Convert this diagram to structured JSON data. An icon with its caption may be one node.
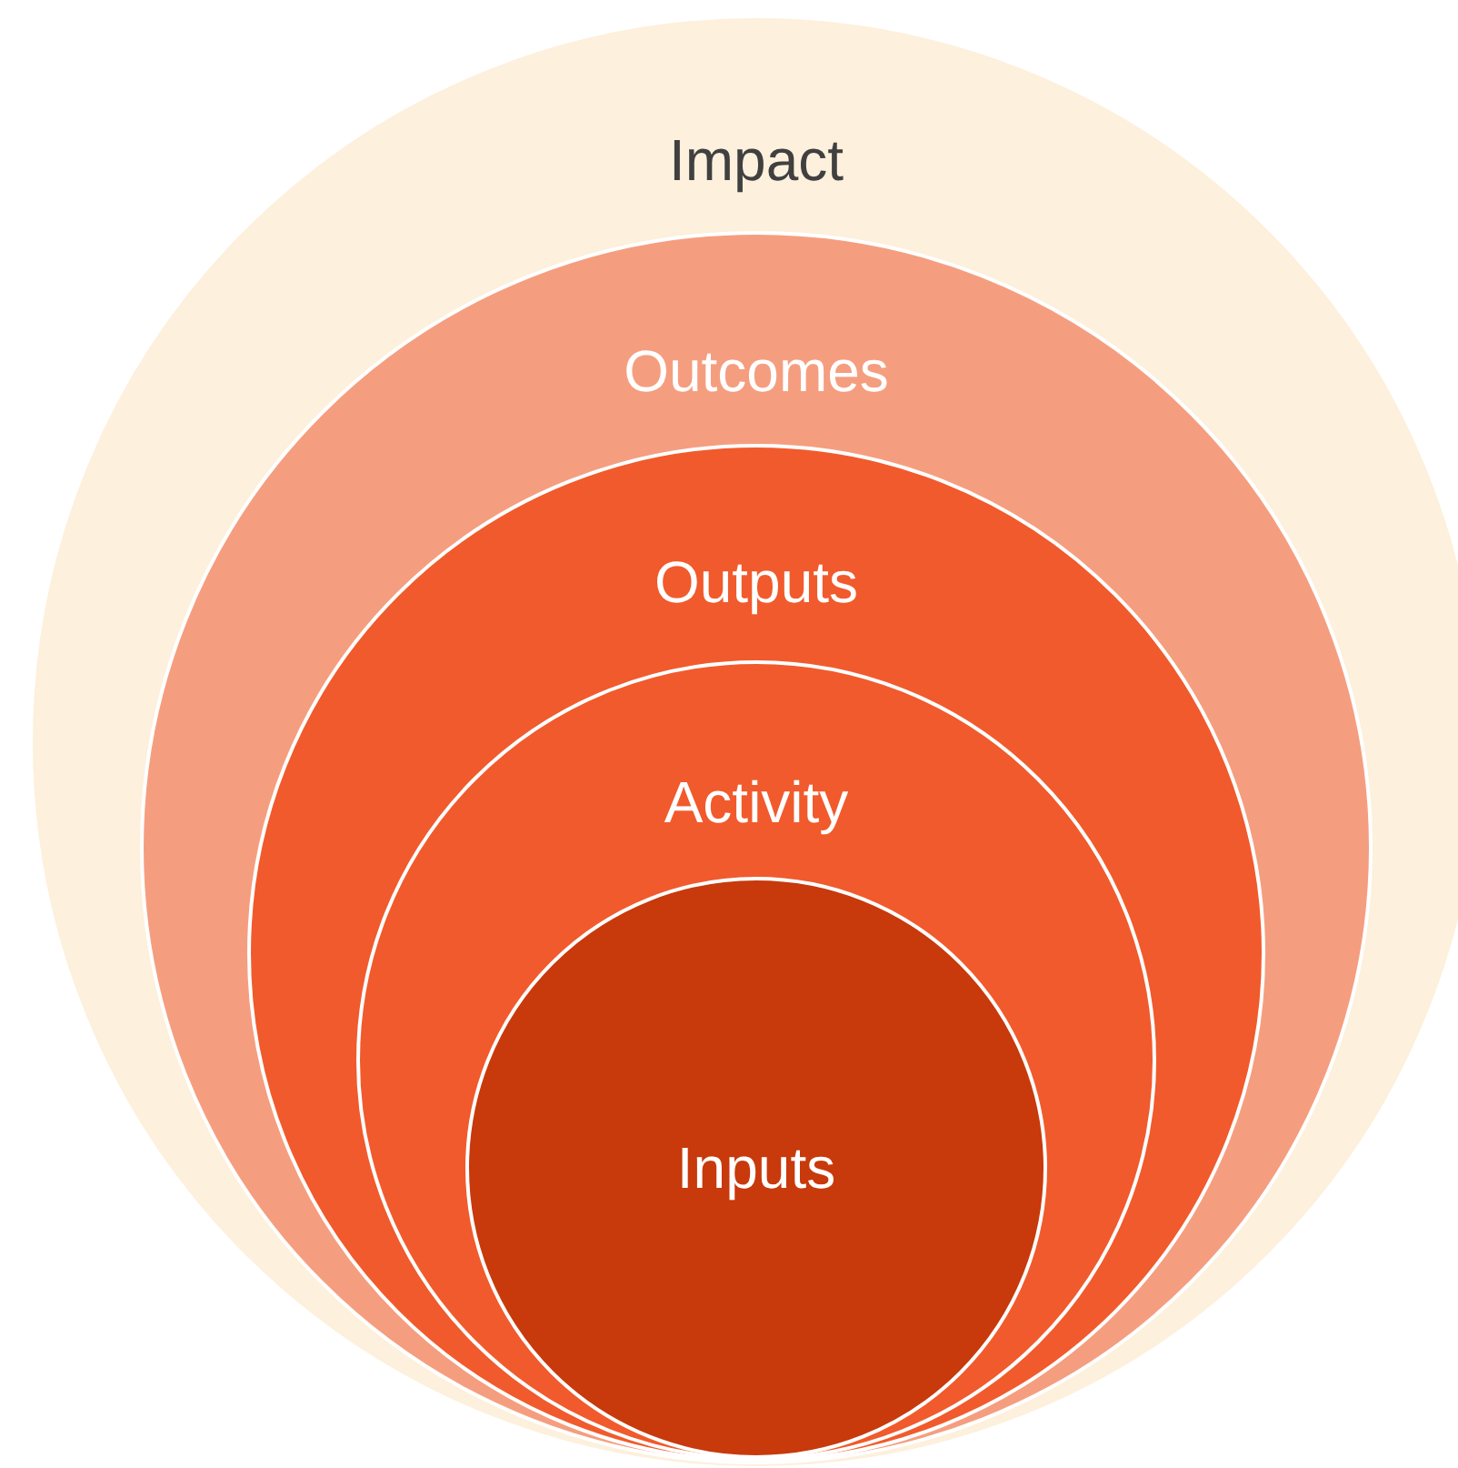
{
  "diagram": {
    "nodes": [
      {
        "text": [
          "Impact"
        ]
      },
      {
        "text": [
          "Outcomes"
        ],
        "in": 0
      },
      {
        "text": [
          "Outputs"
        ],
        "in": 1
      },
      {
        "text": [
          "Activity"
        ],
        "in": 2
      },
      {
        "text": [
          "Inputs"
        ],
        "in": 3
      }
    ]
  }
}
